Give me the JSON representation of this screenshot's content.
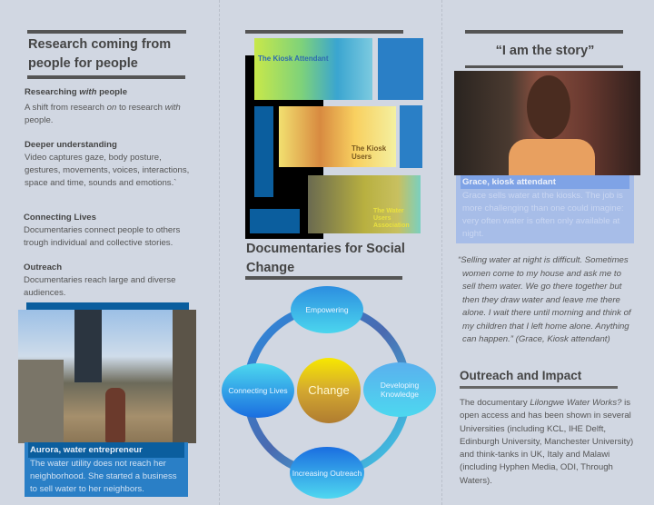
{
  "left": {
    "title": "Research coming from people for people",
    "sections": [
      {
        "heading_pre": "Researching ",
        "heading_em": "with",
        "heading_post": " people",
        "body_pre": "A shift from research ",
        "body_em1": "on",
        "body_mid": " to research ",
        "body_em2": "with",
        "body_post": " people."
      },
      {
        "heading": "Deeper understanding",
        "body": "Video captures gaze, body posture, gestures, movements, voices, interactions, space and time, sounds and emotions.`"
      },
      {
        "heading": "Connecting Lives",
        "body": "Documentaries  connect people to others trough individual and collective stories."
      },
      {
        "heading": "Outreach",
        "body": "Documentaries  reach large and diverse audiences."
      }
    ],
    "photo_caption": {
      "title": "Aurora, water entrepreneur",
      "body": "The water utility does not reach her neighborhood. She started a business to sell water to her neighbors."
    }
  },
  "middle": {
    "film_labels": [
      "The Kiosk Attendant",
      "The Kiosk Users",
      "The Water Users Association"
    ],
    "title": "Documentaries for Social Change",
    "diagram": {
      "center": "Change",
      "nodes": [
        "Empowering",
        "Developing Knowledge",
        "Increasing Outreach",
        "Connecting Lives"
      ]
    }
  },
  "right": {
    "title": "“I am the story”",
    "photo_caption": {
      "title": "Grace, kiosk attendant",
      "body": "Grace sells water at the kiosks. The job is more challenging than one could imagine: very often water is often only available at night."
    },
    "quote": "“Selling water at night is difficult. Sometimes women come to my house and ask me to sell them water. We go there together but then they draw water and leave me there alone. I wait there until morning and think of my children that I left home alone. Anything can happen.” (Grace, Kiosk attendant)",
    "impact_title": "Outreach and Impact",
    "impact_pre": "The documentary ",
    "impact_em": "Lilongwe Water Works?",
    "impact_post": " is open access and has been shown in several Universities (including KCL, IHE Delft, Edinburgh University, Manchester University) and think-tanks in UK, Italy  and Malawi (including Hyphen Media, ODI, Through Waters)."
  },
  "colors": {
    "blue_dark": "#0b5e9e",
    "blue": "#2a7fc6",
    "caption_light": "#a7bde8"
  }
}
